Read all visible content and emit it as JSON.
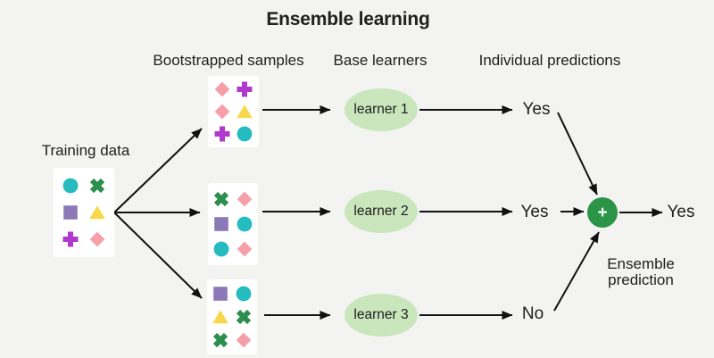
{
  "title": "Ensemble learning",
  "columns": {
    "training": "Training data",
    "bootstrapped": "Bootstrapped samples",
    "base_learners": "Base learners",
    "individual_predictions": "Individual predictions"
  },
  "colors": {
    "background": "#f3f3f1",
    "box": "#ffffff",
    "arrow": "#111111",
    "text": "#202020",
    "learner_fill": "#c9e6bc",
    "ensemble_green": "#2b9447",
    "teal": "#24bcbf",
    "green": "#2d8f4e",
    "purple": "#8a79b6",
    "yellow": "#f8d84b",
    "magenta": "#b138ce",
    "pink": "#f5a0a9"
  },
  "training_box": {
    "shapes": [
      {
        "shape": "circle",
        "color": "teal"
      },
      {
        "shape": "cross",
        "color": "green"
      },
      {
        "shape": "square",
        "color": "purple"
      },
      {
        "shape": "triangle",
        "color": "yellow"
      },
      {
        "shape": "plus",
        "color": "magenta"
      },
      {
        "shape": "diamond",
        "color": "pink"
      }
    ]
  },
  "sample_boxes": [
    {
      "shapes": [
        {
          "shape": "diamond",
          "color": "pink"
        },
        {
          "shape": "plus",
          "color": "magenta"
        },
        {
          "shape": "diamond",
          "color": "pink"
        },
        {
          "shape": "triangle",
          "color": "yellow"
        },
        {
          "shape": "plus",
          "color": "magenta"
        },
        {
          "shape": "circle",
          "color": "teal"
        }
      ]
    },
    {
      "shapes": [
        {
          "shape": "cross",
          "color": "green"
        },
        {
          "shape": "diamond",
          "color": "pink"
        },
        {
          "shape": "square",
          "color": "purple"
        },
        {
          "shape": "circle",
          "color": "teal"
        },
        {
          "shape": "circle",
          "color": "teal"
        },
        {
          "shape": "diamond",
          "color": "pink"
        }
      ]
    },
    {
      "shapes": [
        {
          "shape": "square",
          "color": "purple"
        },
        {
          "shape": "circle",
          "color": "teal"
        },
        {
          "shape": "triangle",
          "color": "yellow"
        },
        {
          "shape": "cross",
          "color": "green"
        },
        {
          "shape": "cross",
          "color": "green"
        },
        {
          "shape": "diamond",
          "color": "pink"
        }
      ]
    }
  ],
  "learners": [
    {
      "label": "learner 1"
    },
    {
      "label": "learner 2"
    },
    {
      "label": "learner 3"
    }
  ],
  "predictions": [
    {
      "label": "Yes"
    },
    {
      "label": "Yes"
    },
    {
      "label": "No"
    }
  ],
  "aggregator": {
    "symbol": "+",
    "label_line1": "Ensemble",
    "label_line2": "prediction"
  },
  "final_prediction": "Yes"
}
